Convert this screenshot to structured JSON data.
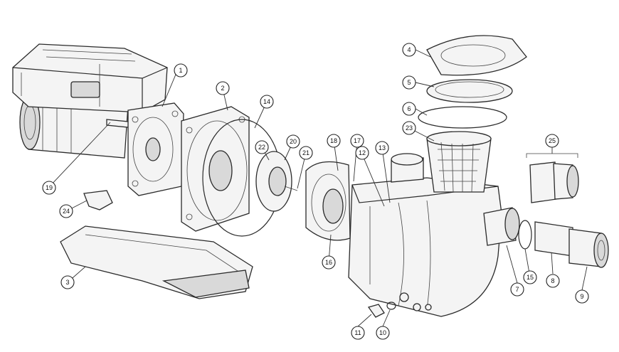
{
  "callouts": [
    {
      "id": "c1",
      "label": "1"
    },
    {
      "id": "c2",
      "label": "2"
    },
    {
      "id": "c3",
      "label": "3"
    },
    {
      "id": "c4",
      "label": "4"
    },
    {
      "id": "c5",
      "label": "5"
    },
    {
      "id": "c6",
      "label": "6"
    },
    {
      "id": "c7",
      "label": "7"
    },
    {
      "id": "c8",
      "label": "8"
    },
    {
      "id": "c9",
      "label": "9"
    },
    {
      "id": "c10",
      "label": "10"
    },
    {
      "id": "c11",
      "label": "11"
    },
    {
      "id": "c12",
      "label": "12"
    },
    {
      "id": "c13",
      "label": "13"
    },
    {
      "id": "c14",
      "label": "14"
    },
    {
      "id": "c15",
      "label": "15"
    },
    {
      "id": "c16",
      "label": "16"
    },
    {
      "id": "c17",
      "label": "17"
    },
    {
      "id": "c18",
      "label": "18"
    },
    {
      "id": "c19",
      "label": "19"
    },
    {
      "id": "c20",
      "label": "20"
    },
    {
      "id": "c21",
      "label": "21"
    },
    {
      "id": "c22",
      "label": "22"
    },
    {
      "id": "c23",
      "label": "23"
    },
    {
      "id": "c24",
      "label": "24"
    },
    {
      "id": "c25",
      "label": "25"
    }
  ],
  "colors": {
    "line": "#2a2a2a",
    "fill": "#f4f4f4",
    "background": "#ffffff"
  }
}
